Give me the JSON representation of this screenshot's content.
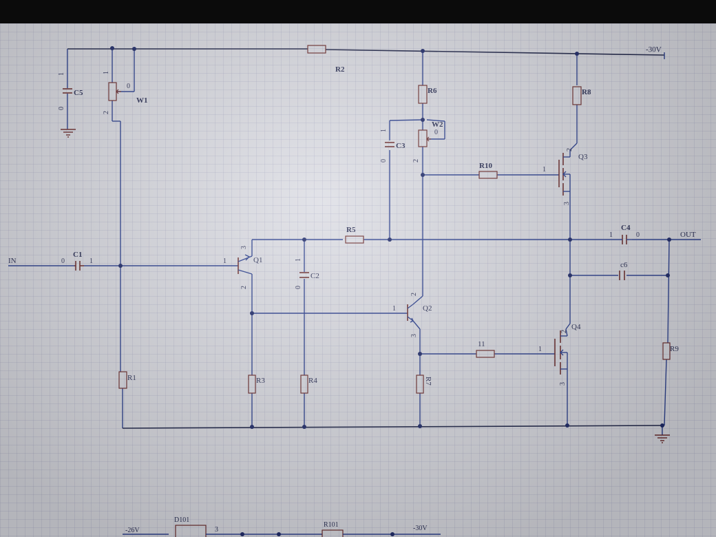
{
  "labels": {
    "supply": "-30V",
    "in": "IN",
    "out": "OUT",
    "c1": "C1",
    "c2": "C2",
    "c3": "C3",
    "c4": "C4",
    "c5": "C5",
    "c6": "c6",
    "r1": "R1",
    "r2": "R2",
    "r3": "R3",
    "r4": "R4",
    "r5": "R5",
    "r6": "R6",
    "r7": "R7",
    "r8": "R8",
    "r9": "R9",
    "r10": "R10",
    "r11": "11",
    "w1": "W1",
    "w2": "W2",
    "q1": "Q1",
    "q2": "Q2",
    "q3": "Q3",
    "q4": "Q4"
  },
  "bottom": {
    "supply_left": "-26V",
    "d101": "D101",
    "pin3": "3",
    "r101": "R101",
    "supply_right": "-30V"
  },
  "pins": {
    "p0": "0",
    "p1": "1",
    "p2": "2",
    "p3": "3"
  }
}
